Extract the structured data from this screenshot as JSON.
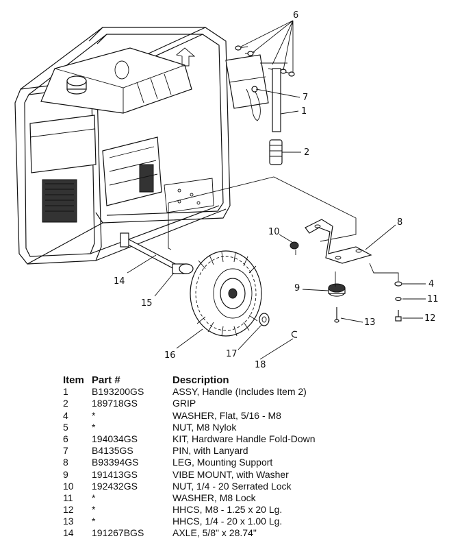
{
  "callouts": [
    "6",
    "7",
    "1",
    "2",
    "8",
    "10",
    "4",
    "11",
    "12",
    "13",
    "9",
    "14",
    "15",
    "16",
    "17",
    "18"
  ],
  "table": {
    "headers": [
      "Item",
      "Part #",
      "Description"
    ],
    "rows": [
      {
        "item": "1",
        "part": "B193200GS",
        "desc": "ASSY, Handle (Includes Item 2)"
      },
      {
        "item": "2",
        "part": "189718GS",
        "desc": "GRIP"
      },
      {
        "item": "4",
        "part": "*",
        "desc": "WASHER, Flat, 5/16 - M8"
      },
      {
        "item": "5",
        "part": "*",
        "desc": "NUT, M8 Nylok"
      },
      {
        "item": "6",
        "part": "194034GS",
        "desc": "KIT, Hardware Handle Fold-Down"
      },
      {
        "item": "7",
        "part": "B4135GS",
        "desc": "PIN, with Lanyard"
      },
      {
        "item": "8",
        "part": "B93394GS",
        "desc": "LEG, Mounting Support"
      },
      {
        "item": "9",
        "part": "191413GS",
        "desc": "VIBE MOUNT, with Washer"
      },
      {
        "item": "10",
        "part": "192432GS",
        "desc": "NUT, 1/4 - 20 Serrated Lock"
      },
      {
        "item": "11",
        "part": "*",
        "desc": "WASHER, M8 Lock"
      },
      {
        "item": "12",
        "part": "*",
        "desc": "HHCS, M8 - 1.25 x 20 Lg."
      },
      {
        "item": "13",
        "part": "*",
        "desc": "HHCS, 1/4 - 20 x 1.00 Lg."
      },
      {
        "item": "14",
        "part": "191267BGS",
        "desc": "AXLE, 5/8\" x 28.74\""
      }
    ]
  }
}
